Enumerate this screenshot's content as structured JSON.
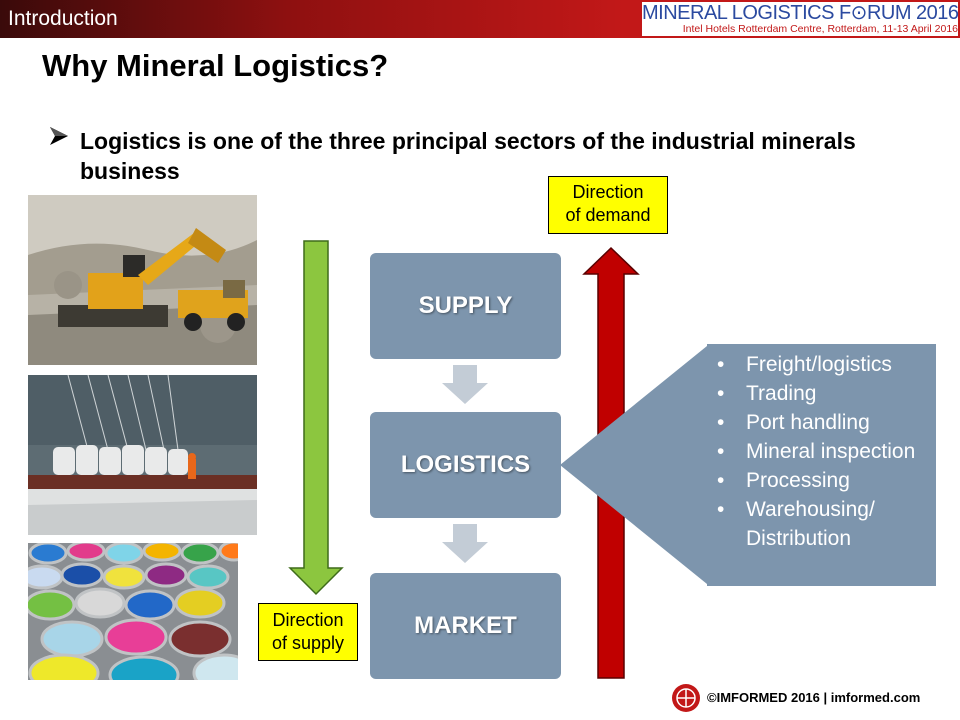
{
  "header": {
    "section": "Introduction",
    "forum_title": "MINERAL LOGISTICS F⊙RUM 2016",
    "forum_subtitle": "Intel Hotels Rotterdam Centre, Rotterdam, 11-13 April 2016"
  },
  "title": "Why Mineral Logistics?",
  "lead_bullet": "Logistics is one of the three principal sectors of the industrial minerals business",
  "demand_label": {
    "line1": "Direction",
    "line2": "of demand"
  },
  "supply_label": {
    "line1": "Direction",
    "line2": "of supply"
  },
  "flow": {
    "supply": "SUPPLY",
    "logistics": "LOGISTICS",
    "market": "MARKET"
  },
  "callout_items": [
    "Freight/logistics",
    "Trading",
    "Port handling",
    "Mineral inspection",
    "Processing",
    "Warehousing/ Distribution"
  ],
  "colors": {
    "header_red": "#c21818",
    "flow_box": "#7d95ad",
    "supply_arrow": "#8cc63f",
    "demand_arrow": "#c00000",
    "label_yellow": "#ffff00"
  },
  "footer": "©IMFORMED 2016  | imformed.com"
}
